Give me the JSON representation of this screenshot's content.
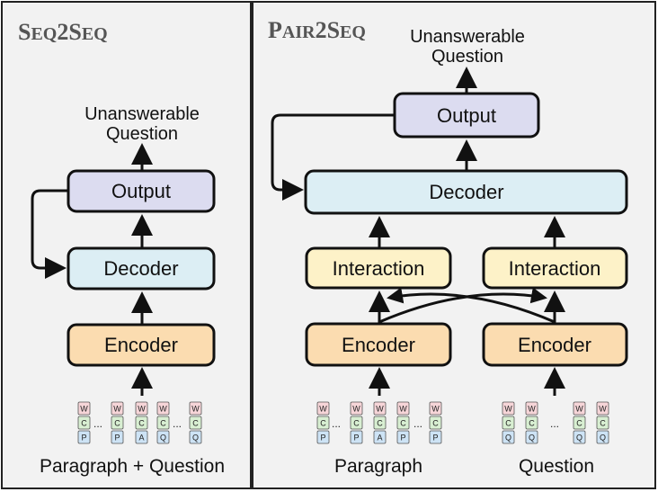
{
  "left": {
    "title": {
      "first": "S",
      "rest": "EQ",
      "mid": "2",
      "first2": "S",
      "rest2": "EQ"
    },
    "output_label": "Unanswerable\nQuestion",
    "nodes": {
      "output": "Output",
      "decoder": "Decoder",
      "encoder": "Encoder"
    },
    "bottom_label": "Paragraph + Question",
    "token_rows": [
      "W",
      "C"
    ],
    "token_columns": [
      "P",
      "P",
      "A",
      "Q",
      "Q"
    ],
    "ellipsis": "..."
  },
  "right": {
    "title": {
      "first": "P",
      "rest": "AIR",
      "mid": "2",
      "first2": "S",
      "rest2": "EQ"
    },
    "output_label": "Unanswerable\nQuestion",
    "nodes": {
      "output": "Output",
      "decoder": "Decoder",
      "interaction_left": "Interaction",
      "interaction_right": "Interaction",
      "encoder_left": "Encoder",
      "encoder_right": "Encoder"
    },
    "paragraph_label": "Paragraph",
    "question_label": "Question",
    "token_rows": [
      "W",
      "C"
    ],
    "paragraph_columns": [
      "P",
      "P",
      "A",
      "P",
      "P"
    ],
    "question_columns": [
      "Q",
      "Q",
      "Q",
      "Q"
    ],
    "ellipsis": "..."
  },
  "colors": {
    "output": "#dcdcf0",
    "decoder": "#dceef4",
    "interaction": "#fdf2c8",
    "encoder": "#fbdcb0",
    "token_w": "#f6d5d8",
    "token_c": "#d8efd2",
    "token_bottom": "#cde3f5"
  }
}
